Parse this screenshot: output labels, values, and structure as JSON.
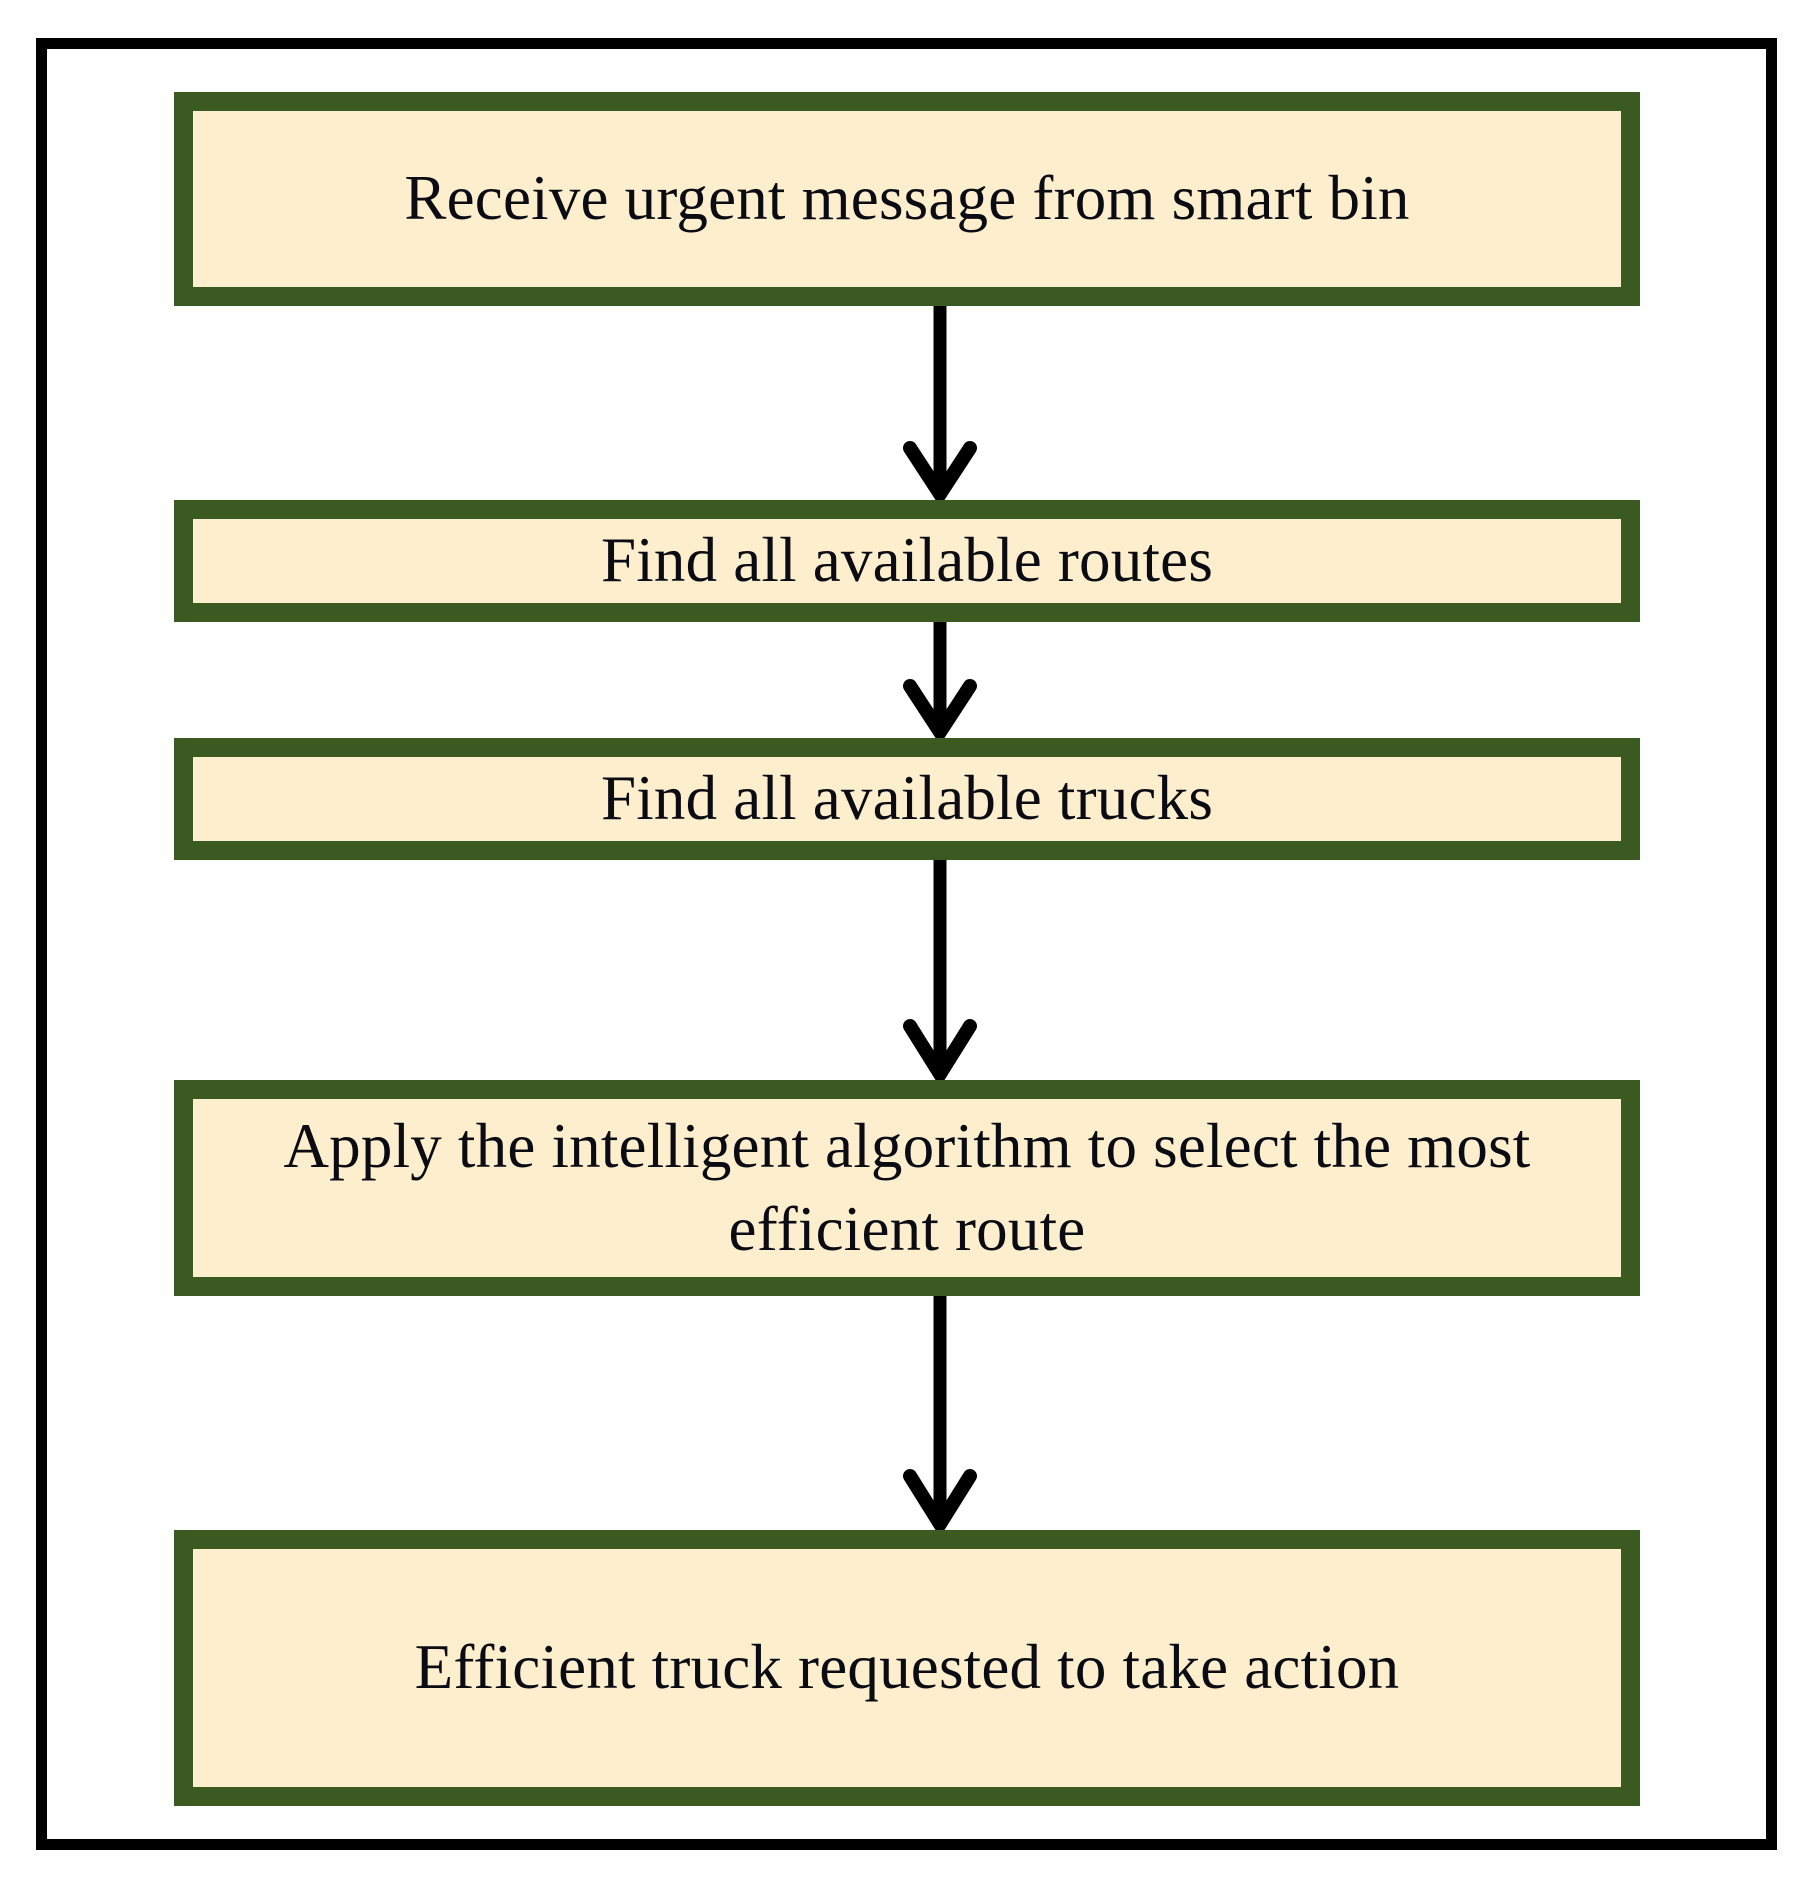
{
  "diagram": {
    "title": "Smart bin urgent collection routing flowchart",
    "orientation": "vertical-top-to-bottom",
    "colors": {
      "page_background": "#ffffff",
      "outer_frame": "#000000",
      "node_border": "#3a5a21",
      "node_fill": "#fdefcd",
      "node_text": "#0b0b14",
      "connector": "#000000"
    },
    "nodes": [
      {
        "id": "node-1",
        "label": "Receive urgent message from smart bin",
        "lines": 2,
        "shape": "rectangle"
      },
      {
        "id": "node-2",
        "label": "Find all available routes",
        "lines": 1,
        "shape": "rectangle"
      },
      {
        "id": "node-3",
        "label": "Find all available trucks",
        "lines": 1,
        "shape": "rectangle"
      },
      {
        "id": "node-4",
        "label": "Apply the intelligent algorithm to select the most efficient route",
        "lines": 2,
        "shape": "rectangle"
      },
      {
        "id": "node-5",
        "label": "Efficient truck requested to take action",
        "lines": 2,
        "shape": "rectangle"
      }
    ],
    "connectors": [
      {
        "id": "conn-1",
        "from": "node-1",
        "to": "node-2",
        "style": "straight-down-arrow",
        "head": "open-chevron"
      },
      {
        "id": "conn-2",
        "from": "node-2",
        "to": "node-3",
        "style": "straight-down-arrow",
        "head": "open-chevron"
      },
      {
        "id": "conn-3",
        "from": "node-3",
        "to": "node-4",
        "style": "straight-down-arrow",
        "head": "open-chevron"
      },
      {
        "id": "conn-4",
        "from": "node-4",
        "to": "node-5",
        "style": "straight-down-arrow",
        "head": "open-chevron"
      }
    ]
  }
}
